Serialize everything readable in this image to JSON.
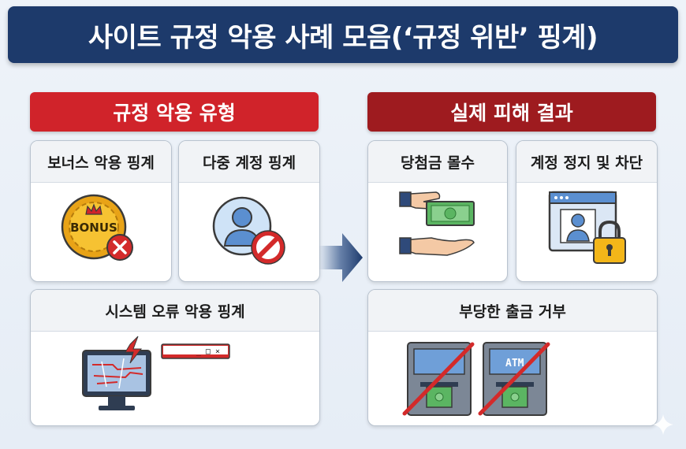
{
  "title": "사이트 규정 악용 사례 모음(‘규정 위반’ 핑계)",
  "left_section": {
    "header": "규정 악용 유형",
    "cards": [
      {
        "label": "보너스 악용 핑계",
        "icon": "bonus-chip-icon",
        "chip_text": "BONUS"
      },
      {
        "label": "다중 계정 핑계",
        "icon": "user-prohibited-icon"
      },
      {
        "label": "시스템 오류 악용 핑계",
        "icon": "broken-monitor-icon",
        "window_controls": "_ □ ×"
      }
    ]
  },
  "right_section": {
    "header": "실제 피해 결과",
    "cards": [
      {
        "label": "당첨금 몰수",
        "icon": "money-taken-icon"
      },
      {
        "label": "계정 정지 및 차단",
        "icon": "locked-account-icon"
      },
      {
        "label": "부당한 출금 거부",
        "icon": "blocked-atm-icon",
        "atm_text": "ATM"
      }
    ]
  },
  "colors": {
    "title_bg": "#1d3a6b",
    "left_header_bg": "#d0232a",
    "right_header_bg": "#9e1b1f",
    "arrow": "#2d4f86",
    "prohibit_red": "#d32a2a",
    "cash_green": "#5bb562"
  }
}
